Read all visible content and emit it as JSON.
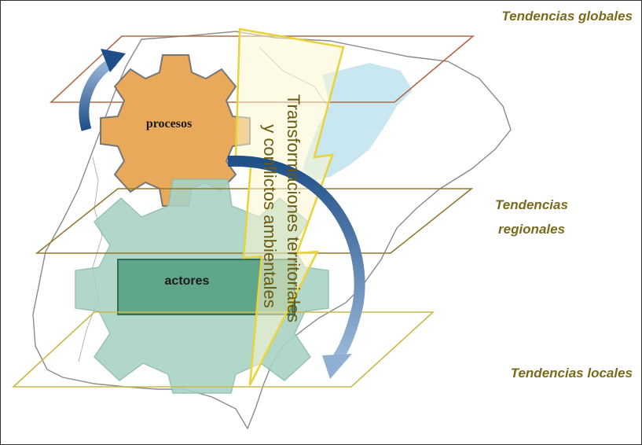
{
  "diagram": {
    "levels": {
      "global": "Tendencias globales",
      "regional_line1": "Tendencias",
      "regional_line2": "regionales",
      "local": "Tendencias locales"
    },
    "gears": {
      "top": "procesos",
      "bottom": "actores"
    },
    "bolt": {
      "line1": "Transformaciones territoriales",
      "line2": "y conflictos ambientales"
    }
  },
  "colors": {
    "gear_processes": "#e8a95a",
    "gear_actors": "#a9d3c5",
    "gear_actors_inner": "#5fa589",
    "arrow_blue": "#2f5f95",
    "bolt_outline": "#e9d33b",
    "label": "#7a6a1c"
  }
}
